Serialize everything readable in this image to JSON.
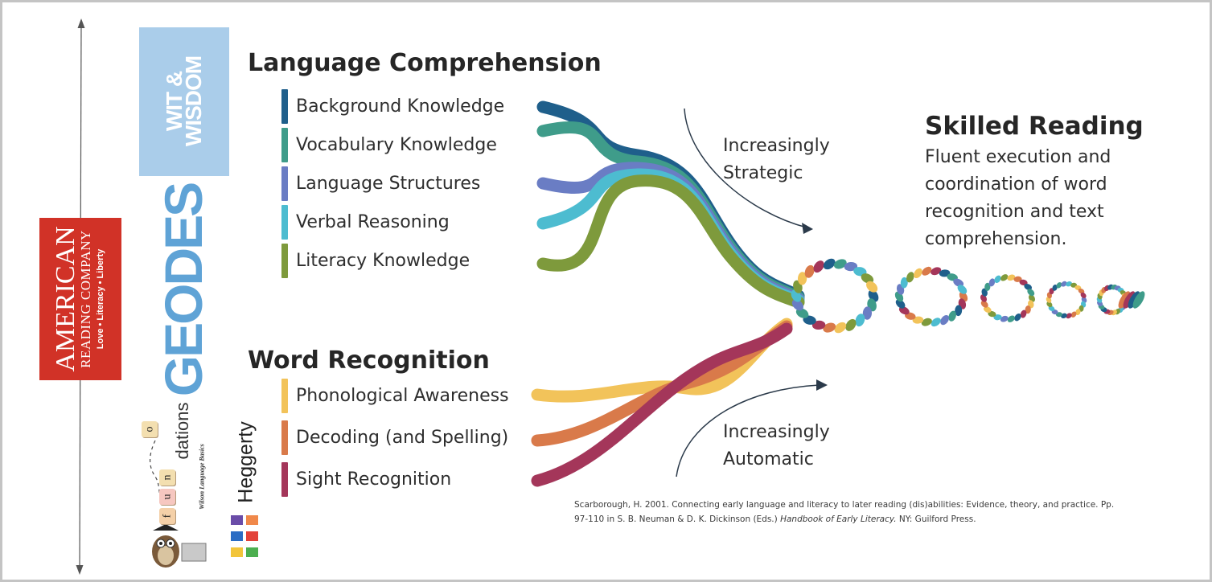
{
  "diagram": {
    "language_comprehension": {
      "heading": "Language Comprehension",
      "strands": [
        {
          "label": "Background Knowledge",
          "color": "#1f5f8b"
        },
        {
          "label": "Vocabulary Knowledge",
          "color": "#3f9c8a"
        },
        {
          "label": "Language Structures",
          "color": "#6a7dc4"
        },
        {
          "label": "Verbal Reasoning",
          "color": "#4dbcd0"
        },
        {
          "label": "Literacy Knowledge",
          "color": "#7e9a3c"
        }
      ]
    },
    "word_recognition": {
      "heading": "Word Recognition",
      "strands": [
        {
          "label": "Phonological Awareness",
          "color": "#f2c35a"
        },
        {
          "label": "Decoding (and Spelling)",
          "color": "#d97a4a"
        },
        {
          "label": "Sight Recognition",
          "color": "#a4365a"
        }
      ]
    },
    "increasingly_strategic": "Increasingly\nStrategic",
    "increasingly_automatic": "Increasingly\nAutomatic",
    "skilled_reading": {
      "title": "Skilled Reading",
      "description": "Fluent execution and coordination of word recognition and text comprehension."
    },
    "citation": {
      "part1": "Scarborough,  H. 2001.  Connecting early language and literacy to later reading (dis)abilities: Evidence, theory, and practice. Pp. 97-110 in S. B. Neuman & D. K. Dickinson (Eds.) ",
      "italic": "Handbook of Early Literacy.",
      "part2": " NY: Guilford Press."
    }
  },
  "logos": {
    "wit_and_wisdom": {
      "line1": "WIT &",
      "line2": "WISDOM"
    },
    "american_reading_company": {
      "line1": "AMERICAN",
      "line2": "READING COMPANY",
      "tagline": "Love • Literacy • Liberty"
    },
    "geodes": "GEODES",
    "fundations": {
      "wordmark": "dations",
      "tiles": [
        "o",
        "f",
        "u",
        "n"
      ],
      "sub": "Wilson Language Basics"
    },
    "heggerty": "Heggerty"
  },
  "colors": {
    "arc_red": "#d13227",
    "wit_blue": "#aacdea",
    "geodes_blue": "#5fa3d6",
    "heggerty_squares": [
      "#6a4ca8",
      "#f0884a",
      "#2a6cc4",
      "#e3433a",
      "#f2c53a",
      "#4caf50"
    ]
  }
}
